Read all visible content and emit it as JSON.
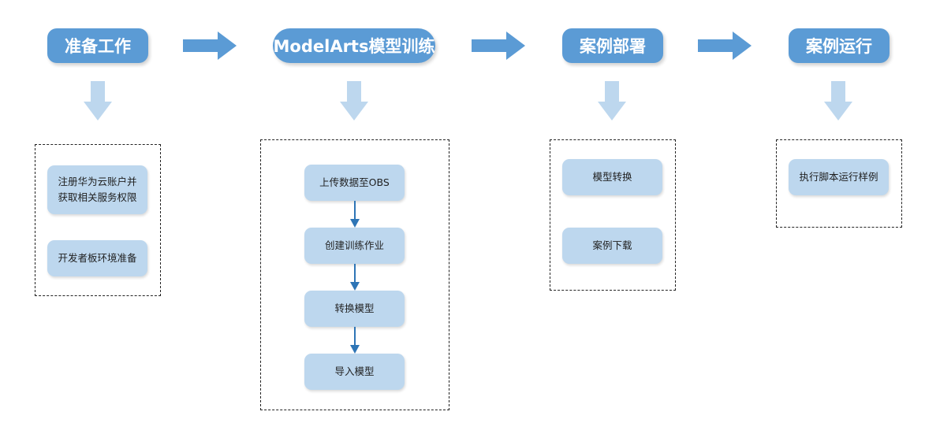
{
  "stages": [
    {
      "label": "准备工作"
    },
    {
      "label": "ModelArts模型训练"
    },
    {
      "label": "案例部署"
    },
    {
      "label": "案例运行"
    }
  ],
  "groups": [
    {
      "steps": [
        "注册华为云账户并\n获取相关服务权限",
        "开发者板环境准备"
      ]
    },
    {
      "steps": [
        "上传数据至OBS",
        "创建训练作业",
        "转换模型",
        "导入模型"
      ]
    },
    {
      "steps": [
        "模型转换",
        "案例下载"
      ]
    },
    {
      "steps": [
        "执行脚本运行样例"
      ]
    }
  ],
  "colors": {
    "stage_fill": "#5b9bd5",
    "step_fill": "#bdd7ee",
    "down_arrow": "#bdd7ee",
    "flow_arrow": "#2e75b6"
  }
}
